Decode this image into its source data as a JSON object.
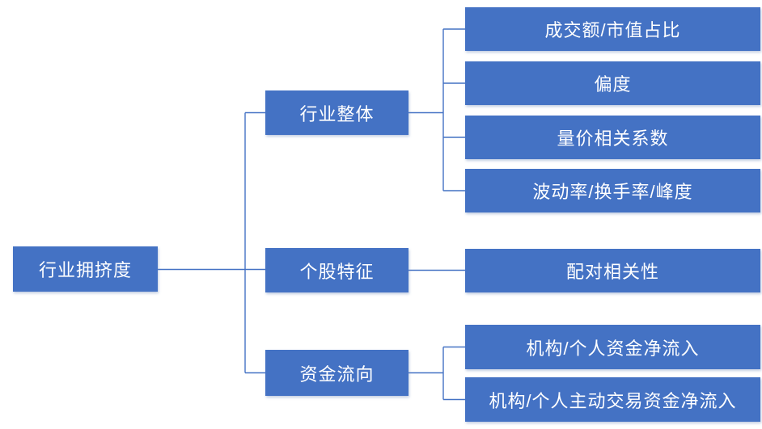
{
  "diagram": {
    "root": {
      "label": "行业拥挤度"
    },
    "branches": [
      {
        "label": "行业整体",
        "children": [
          "成交额/市值占比",
          "偏度",
          "量价相关系数",
          "波动率/换手率/峰度"
        ]
      },
      {
        "label": "个股特征",
        "children": [
          "配对相关性"
        ]
      },
      {
        "label": "资金流向",
        "children": [
          "机构/个人资金净流入",
          "机构/个人主动交易资金净流入"
        ]
      }
    ],
    "colors": {
      "node_fill": "#4472C4",
      "node_text": "#FFFFFF",
      "connector": "#4472C4"
    }
  }
}
